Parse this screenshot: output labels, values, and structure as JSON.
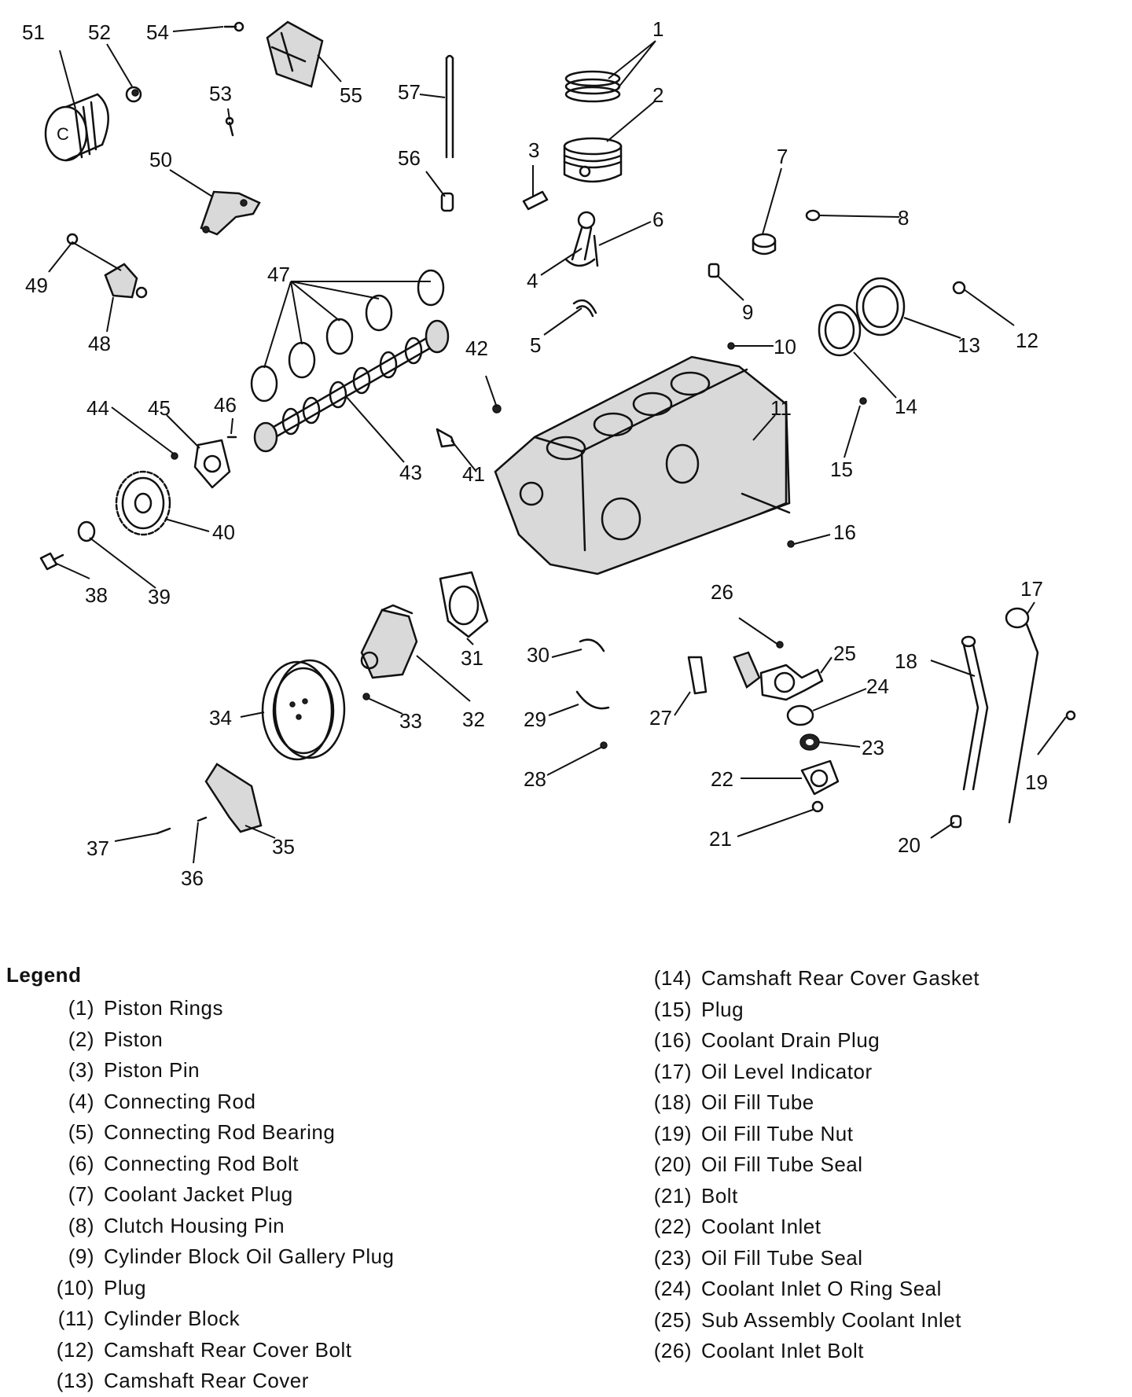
{
  "legend": {
    "title": "Legend",
    "items": [
      {
        "num": "(1)",
        "text": "Piston Rings"
      },
      {
        "num": "(2)",
        "text": "Piston"
      },
      {
        "num": "(3)",
        "text": "Piston Pin"
      },
      {
        "num": "(4)",
        "text": "Connecting Rod"
      },
      {
        "num": "(5)",
        "text": "Connecting Rod Bearing"
      },
      {
        "num": "(6)",
        "text": "Connecting Rod Bolt"
      },
      {
        "num": "(7)",
        "text": "Coolant Jacket Plug"
      },
      {
        "num": "(8)",
        "text": "Clutch Housing Pin"
      },
      {
        "num": "(9)",
        "text": "Cylinder Block Oil Gallery Plug"
      },
      {
        "num": "(10)",
        "text": "Plug"
      },
      {
        "num": "(11)",
        "text": "Cylinder Block"
      },
      {
        "num": "(12)",
        "text": "Camshaft Rear Cover Bolt"
      },
      {
        "num": "(13)",
        "text": "Camshaft Rear Cover"
      },
      {
        "num": "(14)",
        "text": "Camshaft Rear Cover Gasket"
      },
      {
        "num": "(15)",
        "text": "Plug"
      },
      {
        "num": "(16)",
        "text": "Coolant Drain Plug"
      },
      {
        "num": "(17)",
        "text": "Oil Level Indicator"
      },
      {
        "num": "(18)",
        "text": "Oil Fill Tube"
      },
      {
        "num": "(19)",
        "text": "Oil Fill Tube Nut"
      },
      {
        "num": "(20)",
        "text": "Oil Fill Tube Seal"
      },
      {
        "num": "(21)",
        "text": "Bolt"
      },
      {
        "num": "(22)",
        "text": "Coolant Inlet"
      },
      {
        "num": "(23)",
        "text": "Oil Fill Tube Seal"
      },
      {
        "num": "(24)",
        "text": "Coolant Inlet O Ring Seal"
      },
      {
        "num": "(25)",
        "text": "Sub Assembly Coolant Inlet"
      },
      {
        "num": "(26)",
        "text": "Coolant Inlet Bolt"
      }
    ]
  },
  "callouts": [
    "1",
    "2",
    "3",
    "4",
    "5",
    "6",
    "7",
    "8",
    "9",
    "10",
    "11",
    "12",
    "13",
    "14",
    "15",
    "16",
    "17",
    "18",
    "19",
    "20",
    "21",
    "22",
    "23",
    "24",
    "25",
    "26",
    "27",
    "28",
    "29",
    "30",
    "31",
    "32",
    "33",
    "34",
    "35",
    "36",
    "37",
    "38",
    "39",
    "40",
    "41",
    "42",
    "43",
    "44",
    "45",
    "46",
    "47",
    "48",
    "49",
    "50",
    "51",
    "52",
    "53",
    "54",
    "55",
    "56",
    "57"
  ]
}
